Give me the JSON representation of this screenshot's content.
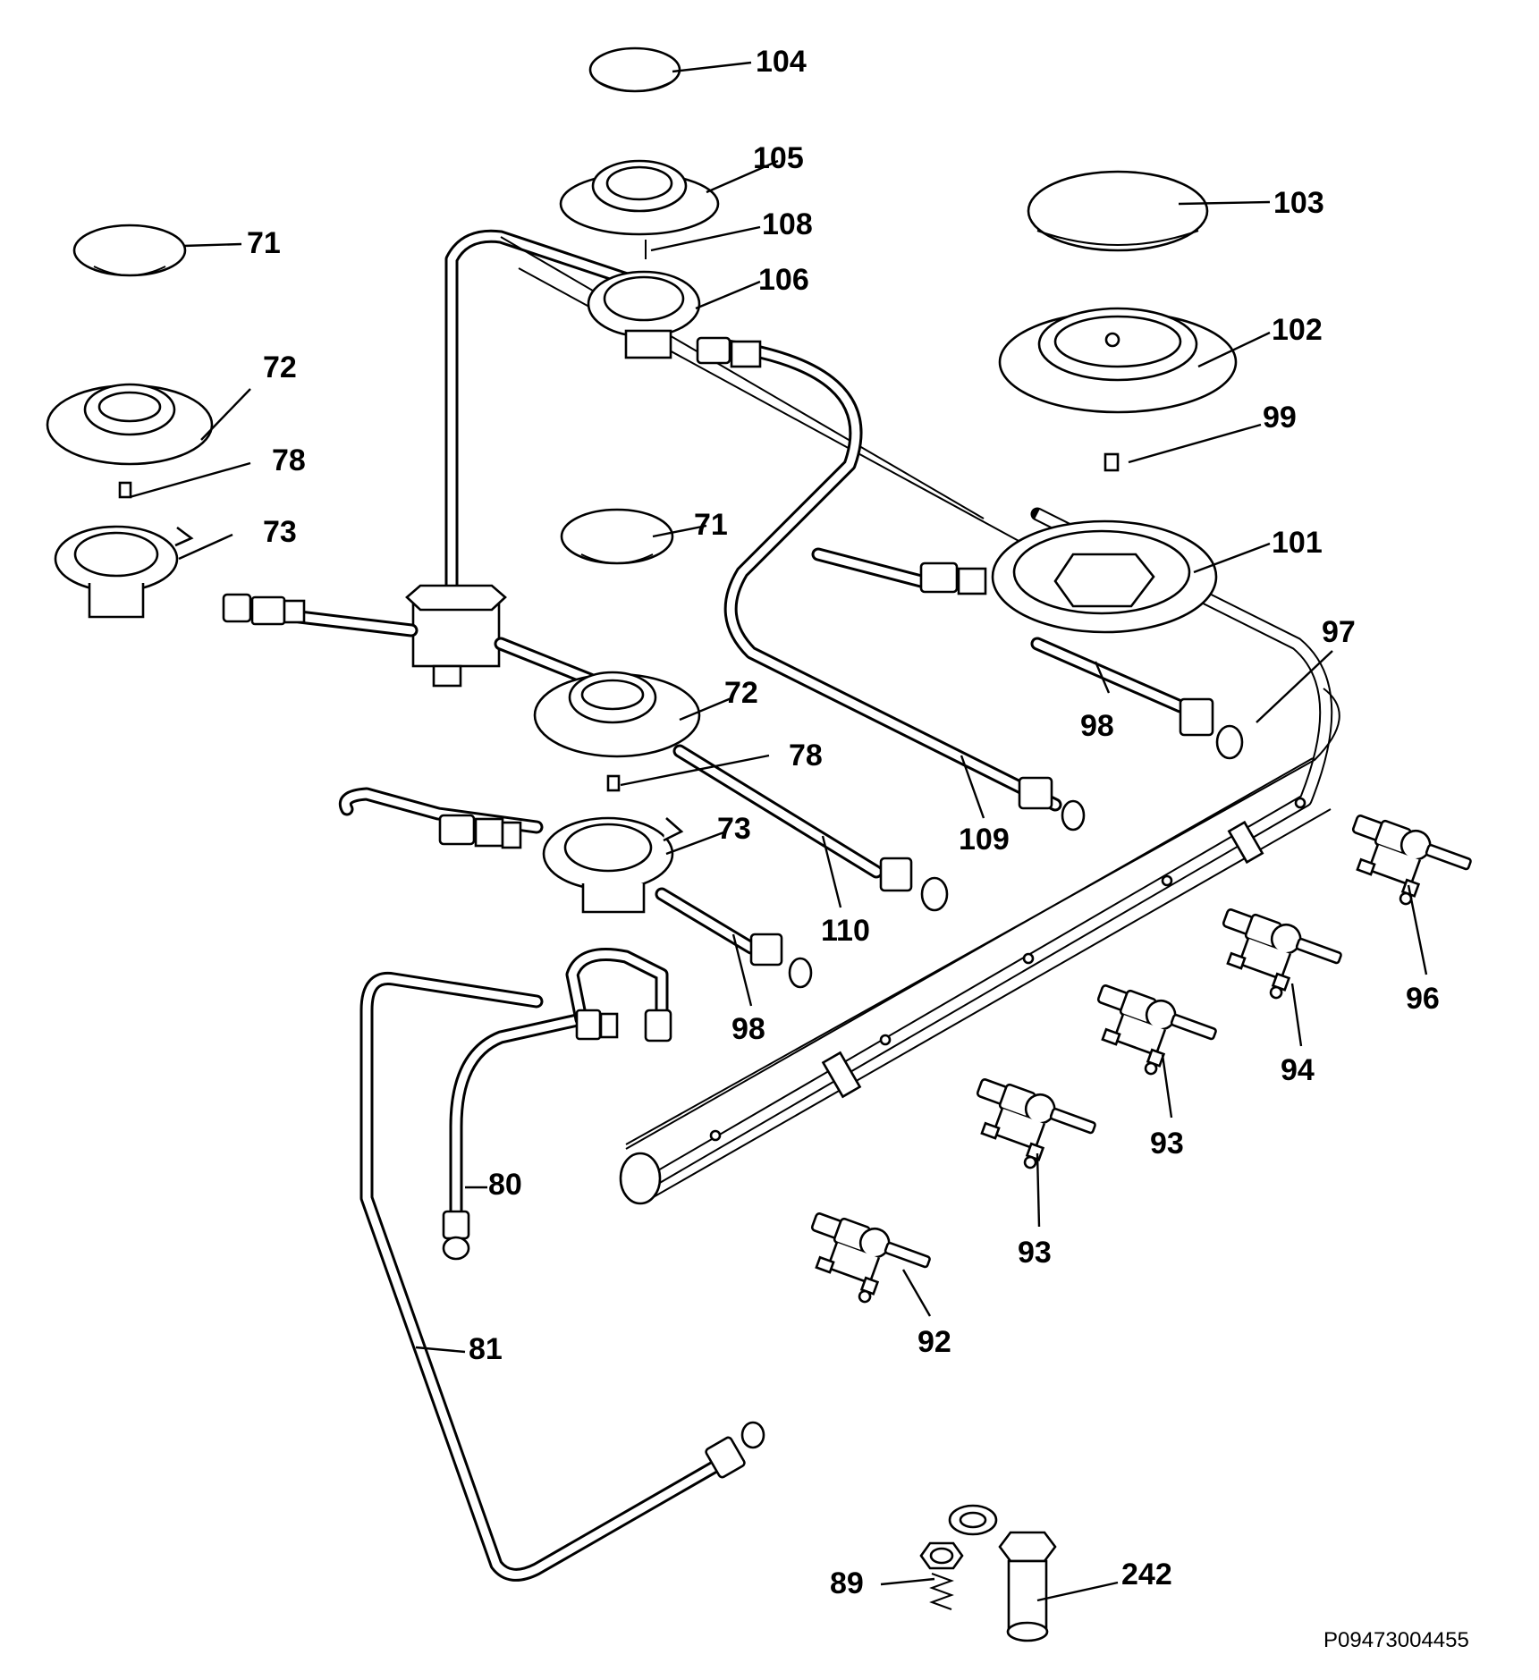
{
  "drawing_code": "P09473004455",
  "callouts": [
    {
      "id": "c104",
      "text": "104"
    },
    {
      "id": "c105",
      "text": "105"
    },
    {
      "id": "c108",
      "text": "108"
    },
    {
      "id": "c106",
      "text": "106"
    },
    {
      "id": "c103",
      "text": "103"
    },
    {
      "id": "c102",
      "text": "102"
    },
    {
      "id": "c99",
      "text": "99"
    },
    {
      "id": "c101",
      "text": "101"
    },
    {
      "id": "c97",
      "text": "97"
    },
    {
      "id": "c98a",
      "text": "98"
    },
    {
      "id": "c71a",
      "text": "71"
    },
    {
      "id": "c72a",
      "text": "72"
    },
    {
      "id": "c78a",
      "text": "78"
    },
    {
      "id": "c73a",
      "text": "73"
    },
    {
      "id": "c71b",
      "text": "71"
    },
    {
      "id": "c72b",
      "text": "72"
    },
    {
      "id": "c78b",
      "text": "78"
    },
    {
      "id": "c73b",
      "text": "73"
    },
    {
      "id": "c109",
      "text": "109"
    },
    {
      "id": "c110",
      "text": "110"
    },
    {
      "id": "c98b",
      "text": "98"
    },
    {
      "id": "c96",
      "text": "96"
    },
    {
      "id": "c94",
      "text": "94"
    },
    {
      "id": "c93a",
      "text": "93"
    },
    {
      "id": "c93b",
      "text": "93"
    },
    {
      "id": "c92",
      "text": "92"
    },
    {
      "id": "c80",
      "text": "80"
    },
    {
      "id": "c81",
      "text": "81"
    },
    {
      "id": "c89",
      "text": "89"
    },
    {
      "id": "c242",
      "text": "242"
    }
  ]
}
